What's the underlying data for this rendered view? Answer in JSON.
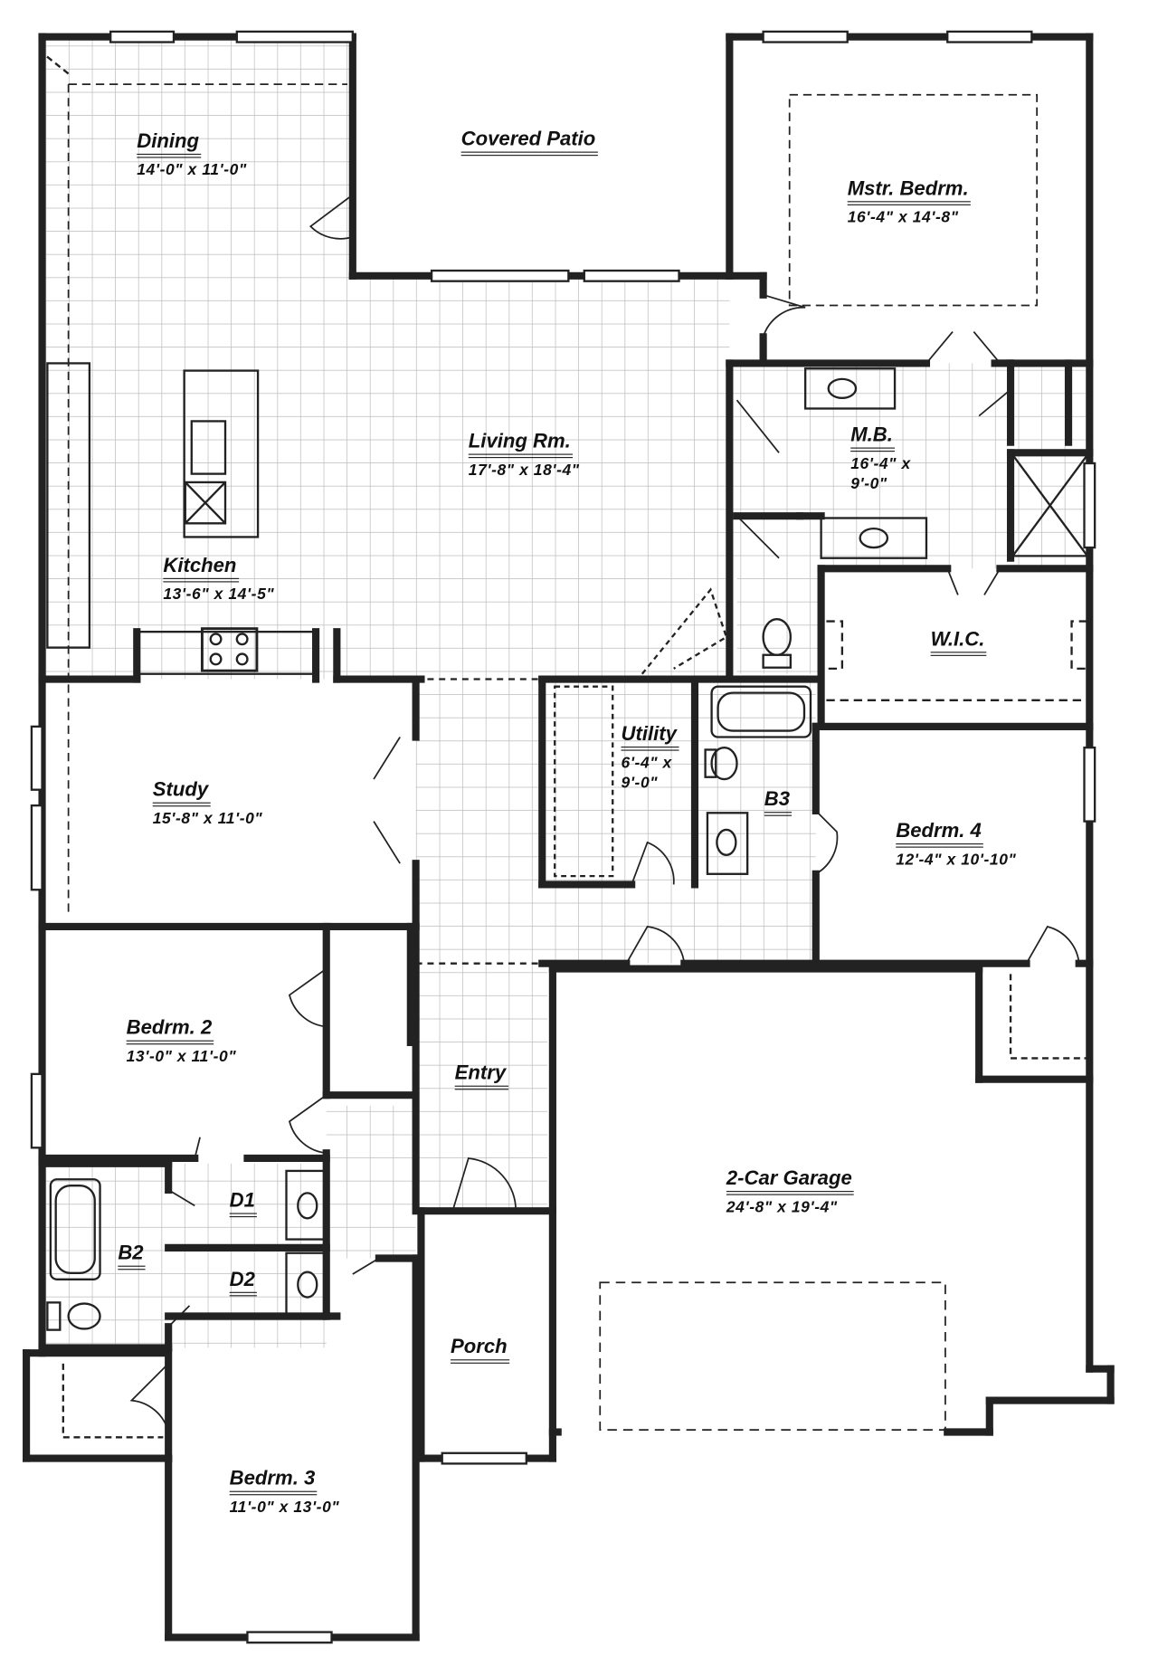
{
  "rooms": {
    "dining": {
      "name": "Dining",
      "dims": "14'-0\" x 11'-0\""
    },
    "covered_patio": {
      "name": "Covered Patio"
    },
    "master_bedroom": {
      "name": "Mstr. Bedrm.",
      "dims": "16'-4\" x 14'-8\""
    },
    "living": {
      "name": "Living Rm.",
      "dims": "17'-8\" x 18'-4\""
    },
    "master_bath": {
      "name": "M.B.",
      "dims_line1": "16'-4\" x",
      "dims_line2": "9'-0\""
    },
    "kitchen": {
      "name": "Kitchen",
      "dims": "13'-6\" x 14'-5\""
    },
    "wic": {
      "name": "W.I.C."
    },
    "study": {
      "name": "Study",
      "dims": "15'-8\" x 11'-0\""
    },
    "utility": {
      "name": "Utility",
      "dims_line1": "6'-4\" x",
      "dims_line2": "9'-0\""
    },
    "b3": {
      "name": "B3"
    },
    "bedroom4": {
      "name": "Bedrm. 4",
      "dims": "12'-4\" x 10'-10\""
    },
    "bedroom2": {
      "name": "Bedrm. 2",
      "dims": "13'-0\" x 11'-0\""
    },
    "entry": {
      "name": "Entry"
    },
    "garage": {
      "name": "2-Car Garage",
      "dims": "24'-8\" x 19'-4\""
    },
    "d1": {
      "name": "D1"
    },
    "b2": {
      "name": "B2"
    },
    "d2": {
      "name": "D2"
    },
    "porch": {
      "name": "Porch"
    },
    "bedroom3": {
      "name": "Bedrm. 3",
      "dims": "11'-0\" x 13'-0\""
    }
  }
}
